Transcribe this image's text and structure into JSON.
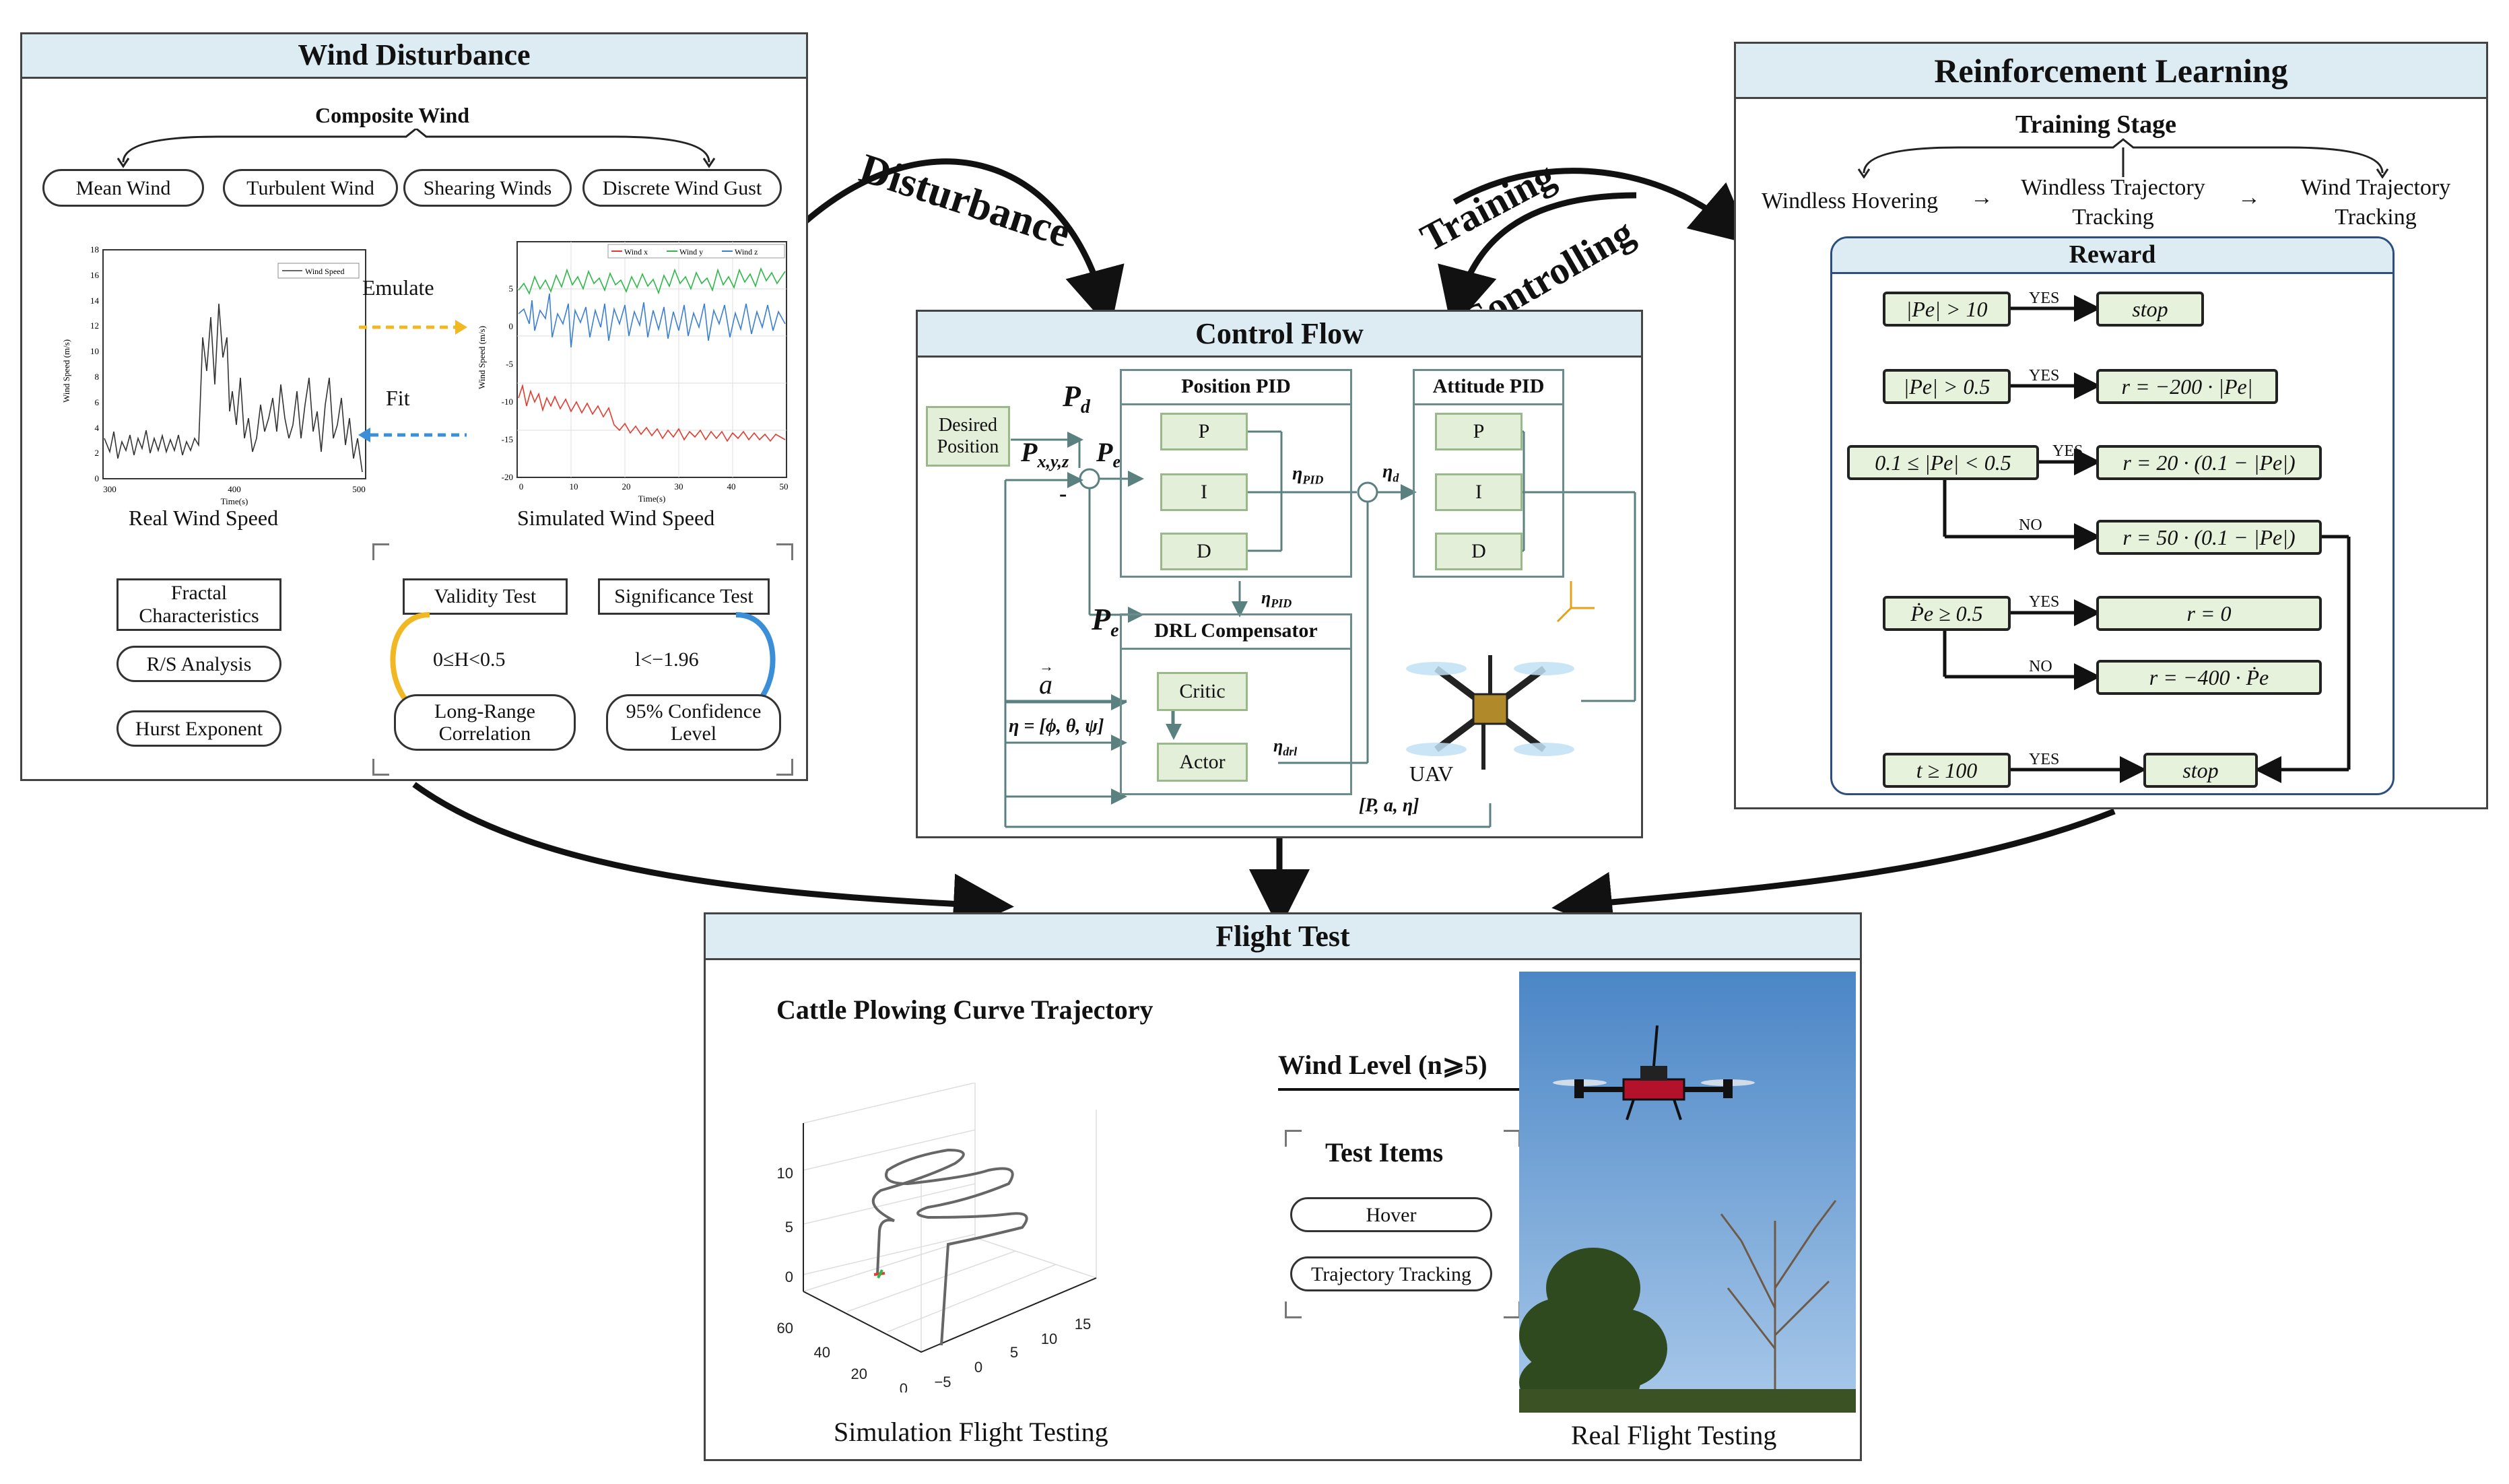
{
  "colors": {
    "header_bg": "#dcecf2",
    "reward_box": "#e7f2dd",
    "emulate_arrow": "#f2b824",
    "fit_arrow": "#3a8fd8",
    "wind_x": "#e03c31",
    "wind_y": "#2fb84a",
    "wind_z": "#3a7fd1"
  },
  "wind": {
    "title": "Wind Disturbance",
    "composite": "Composite Wind",
    "types": [
      "Mean Wind",
      "Turbulent Wind",
      "Shearing Winds",
      "Discrete Wind Gust"
    ],
    "emulate": "Emulate",
    "fit": "Fit",
    "real_caption": "Real Wind Speed",
    "sim_caption": "Simulated Wind Speed",
    "real_legend": "Wind Speed",
    "real_xlabel": "Time(s)",
    "real_ylabel": "Wind Speed (m/s)",
    "real_xticks": [
      "300",
      "400",
      "500"
    ],
    "real_yticks": [
      "0",
      "2",
      "4",
      "6",
      "8",
      "10",
      "12",
      "14",
      "16",
      "18"
    ],
    "sim_legend": [
      "Wind x",
      "Wind y",
      "Wind z"
    ],
    "sim_xlabel": "Time(s)",
    "sim_ylabel": "Wind Speed (m/s)",
    "sim_xticks": [
      "0",
      "10",
      "20",
      "30",
      "40",
      "50"
    ],
    "sim_yticks": [
      "5",
      "0",
      "-5",
      "-10",
      "-15",
      "-20"
    ],
    "fractal": "Fractal Characteristics",
    "rs": "R/S Analysis",
    "hurst": "Hurst Exponent",
    "validity": "Validity Test",
    "significance": "Significance Test",
    "h_cond": "0≤H<0.5",
    "l_cond": "l<−1.96",
    "long_range": "Long-Range Correlation",
    "confidence": "95% Confidence Level"
  },
  "arrows": {
    "disturbance": "Disturbance",
    "training": "Training",
    "controlling": "Controlling"
  },
  "control": {
    "title": "Control Flow",
    "desired": "Desired Position",
    "pd": "P",
    "pd_sub": "d",
    "pxyz": "P",
    "pxyz_sub": "x,y,z",
    "pe": "P",
    "pe_sub": "e",
    "minus": "-",
    "position_pid": "Position PID",
    "attitude_pid": "Attitude PID",
    "p": "P",
    "i": "I",
    "d": "D",
    "eta": "η",
    "pid_sub": "PID",
    "eta_d_sub": "d",
    "drl_sub": "drl",
    "drl": "DRL Compensator",
    "critic": "Critic",
    "actor": "Actor",
    "a_vec": "a",
    "eta_eq": "η = [ϕ, θ, ψ]",
    "state": "[P, a, η]",
    "uav": "UAV"
  },
  "rl": {
    "title": "Reinforcement Learning",
    "stage": "Training Stage",
    "stages": [
      "Windless Hovering",
      "Windless Trajectory Tracking",
      "Wind Trajectory Tracking"
    ],
    "reward": "Reward",
    "yes": "YES",
    "no": "NO",
    "c1": "|Pe| > 10",
    "r1": "stop",
    "c2": "|Pe| > 0.5",
    "r2": "r = −200 · |Pe|",
    "c3": "0.1 ≤ |Pe| < 0.5",
    "r3": "r = 20 · (0.1 − |Pe|)",
    "r4": "r = 50 · (0.1 − |Pe|)",
    "c5": "Ṗe ≥ 0.5",
    "r5": "r = 0",
    "r6": "r = −400 · Ṗe",
    "c7": "t ≥ 100",
    "r7": "stop"
  },
  "flight": {
    "title": "Flight Test",
    "trajectory": "Cattle Plowing Curve Trajectory",
    "sim_caption": "Simulation Flight Testing",
    "real_caption": "Real Flight Testing",
    "wind_level": "Wind Level (n⩾5)",
    "test_items": "Test Items",
    "hover": "Hover",
    "tracking": "Trajectory Tracking",
    "z_ticks": [
      "10",
      "5",
      "0"
    ],
    "y_ticks": [
      "60",
      "40",
      "20",
      "0"
    ],
    "x_ticks": [
      "−5",
      "0",
      "5",
      "10",
      "15"
    ]
  }
}
